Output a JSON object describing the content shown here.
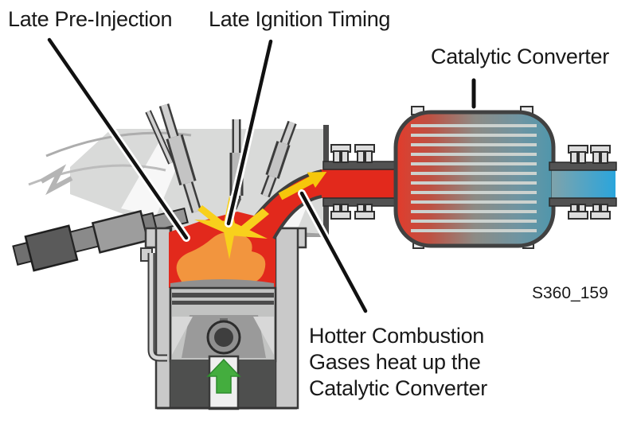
{
  "figure": {
    "type": "technical-diagram",
    "subject": "Diesel engine late injection strategy heating the catalytic converter"
  },
  "labels": {
    "late_pre_injection": "Late Pre-Injection",
    "late_ignition_timing": "Late Ignition Timing",
    "catalytic_converter": "Catalytic Converter"
  },
  "caption": {
    "line1": "Hotter Combustion",
    "line2": "Gases heat up the",
    "line3": "Catalytic Converter"
  },
  "figure_code": "S360_159",
  "icons": {
    "exhaust_flow": "yellow-arrow-up-right",
    "piston_motion": "green-arrow-up",
    "ignition_spark": "yellow-star-burst"
  },
  "colors": {
    "hot_red": "#e2291c",
    "flame_orange": "#f2953e",
    "spark_yellow": "#f8d01c",
    "arrow_yellow": "#f6c70b",
    "arrow_green": "#44ad3e",
    "cool_blue": "#2aa5dc",
    "metal_light": "#d9dad9",
    "metal_mid": "#9c9e9d",
    "metal_dark": "#4a4a4a",
    "line_black": "#111111"
  }
}
